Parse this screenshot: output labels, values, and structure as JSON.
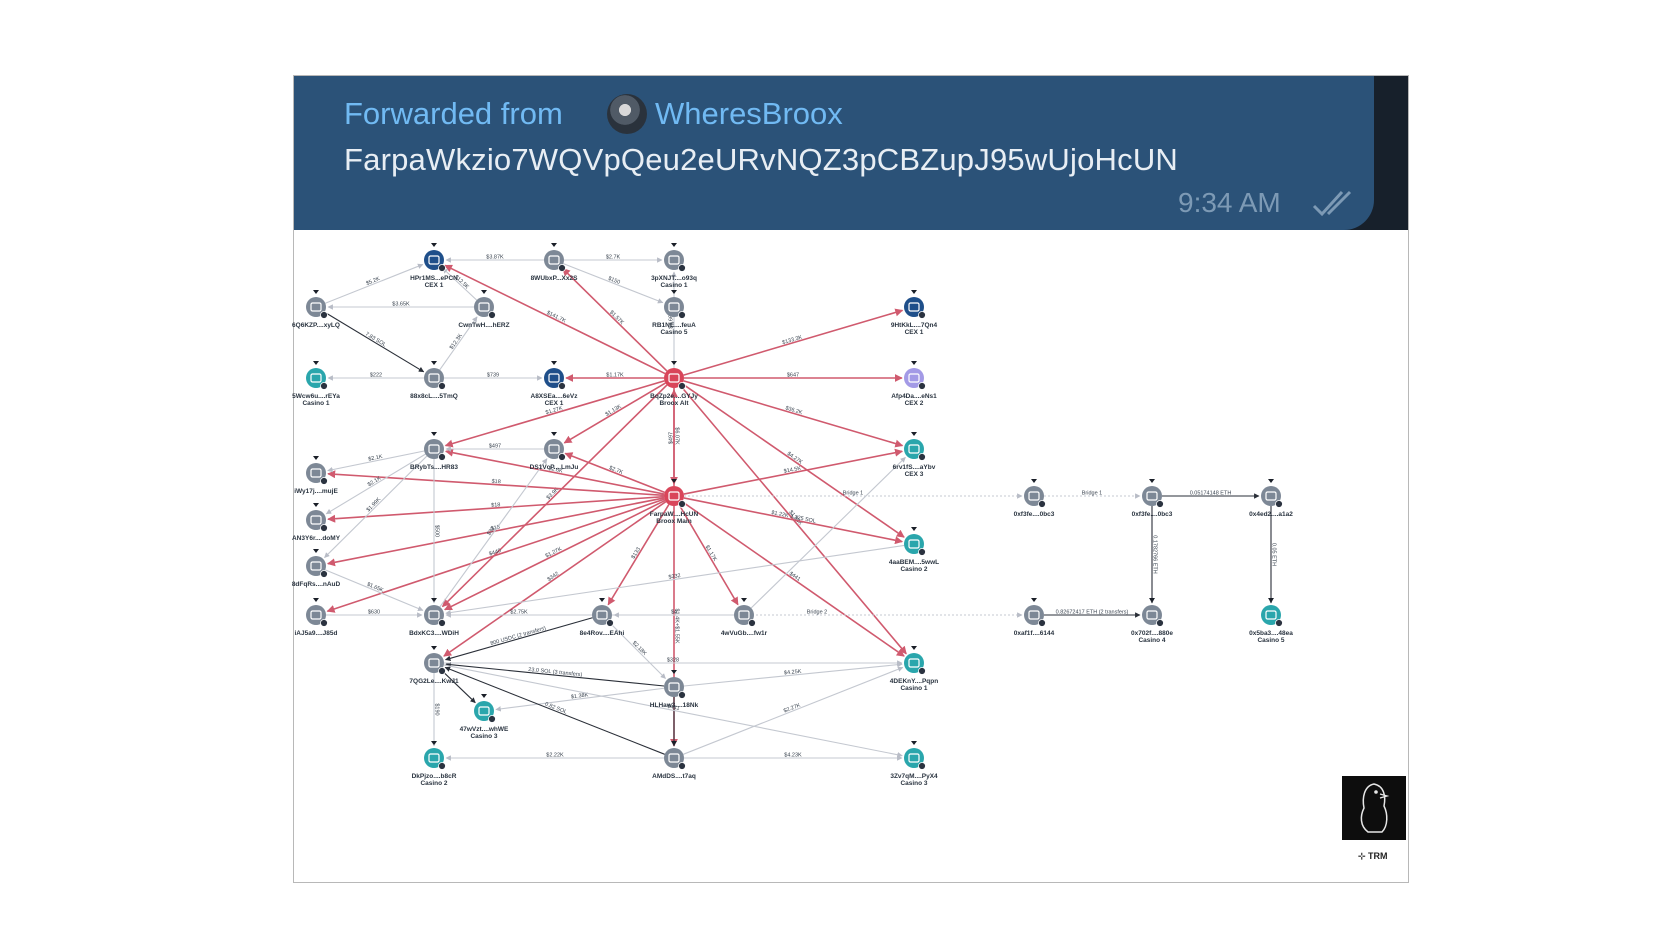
{
  "message": {
    "forwarded_prefix": "Forwarded from",
    "forwarded_user": "WheresBroox",
    "text": "FarpaWkzio7WQVpQeu2eURvNQZ3pCBZupJ95wUjoHcUN",
    "time": "9:34 AM",
    "status_icon": "double-check-icon"
  },
  "colors": {
    "bubble": "#2b5278",
    "chat_bg": "#17202b",
    "link": "#71baf3",
    "edge_red": "#d05a6e",
    "edge_grey": "#c4c8d0",
    "node_grey": "#7d8896",
    "node_teal": "#2aa6ac",
    "node_blue": "#1f4f8a",
    "node_red": "#d9455a",
    "node_purple": "#a39ae6"
  },
  "graph": {
    "nodes": [
      {
        "id": "hp1m",
        "label": "HPr1MS...ePCN",
        "sub": "CEX 1",
        "kind": "blue"
      },
      {
        "id": "8wub",
        "label": "8WUbxP...Xx2S",
        "sub": "",
        "kind": "grey"
      },
      {
        "id": "3pxn",
        "label": "3pXNJT....o93q",
        "sub": "Casino 1",
        "kind": "grey"
      },
      {
        "id": "6q6k",
        "label": "6Q6KZP....xyLQ",
        "sub": "",
        "kind": "grey"
      },
      {
        "id": "cwnt",
        "label": "CwnTwH....hERZ",
        "sub": "",
        "kind": "grey"
      },
      {
        "id": "rb1n",
        "label": "RB1NE....feuA",
        "sub": "Casino 5",
        "kind": "grey"
      },
      {
        "id": "9htk",
        "label": "9HtKkL....7Qn4",
        "sub": "CEX 1",
        "kind": "blue"
      },
      {
        "id": "5wcw",
        "label": "5Wcw6u....rEYa",
        "sub": "Casino 1",
        "kind": "teal"
      },
      {
        "id": "88x8",
        "label": "88x8cL....5TmQ",
        "sub": "",
        "kind": "grey"
      },
      {
        "id": "a8xs",
        "label": "A8XSEa....6eVz",
        "sub": "CEX 1",
        "kind": "blue"
      },
      {
        "id": "bqzp",
        "label": "BqZp2e....GYJy",
        "sub": "Broox Alt",
        "kind": "red"
      },
      {
        "id": "afp4",
        "label": "Afp4Da....eNs1",
        "sub": "CEX 2",
        "kind": "purple"
      },
      {
        "id": "brbt",
        "label": "BRybTs....HR83",
        "sub": "",
        "kind": "grey"
      },
      {
        "id": "ds1v",
        "label": "DS1VcP....LmJu",
        "sub": "",
        "kind": "grey"
      },
      {
        "id": "6rv1",
        "label": "6rv1fS....aYbv",
        "sub": "CEX 3",
        "kind": "teal"
      },
      {
        "id": "iwy1",
        "label": "iWy17j....mujE",
        "sub": "",
        "kind": "grey"
      },
      {
        "id": "farp",
        "label": "FarpaW....HcUN",
        "sub": "Broox Main",
        "kind": "red"
      },
      {
        "id": "an3y",
        "label": "AN3Y6r....doMY",
        "sub": "",
        "kind": "grey"
      },
      {
        "id": "4aab",
        "label": "4aaBEM....5wwL",
        "sub": "Casino 2",
        "kind": "teal"
      },
      {
        "id": "0xf3a",
        "label": "0xf3fe....0bc3",
        "sub": "",
        "kind": "grey"
      },
      {
        "id": "0xf3b",
        "label": "0xf3fe....0bc3",
        "sub": "",
        "kind": "grey"
      },
      {
        "id": "0x4e",
        "label": "0x4ed2....a1a2",
        "sub": "",
        "kind": "grey"
      },
      {
        "id": "8dfq",
        "label": "8dFqRs....nAuD",
        "sub": "",
        "kind": "grey"
      },
      {
        "id": "iaj5",
        "label": "iAJ5a9....J85d",
        "sub": "",
        "kind": "grey"
      },
      {
        "id": "bdxk",
        "label": "BdxKC3....WDiH",
        "sub": "",
        "kind": "grey"
      },
      {
        "id": "8e4r",
        "label": "8e4Rov....EAhi",
        "sub": "",
        "kind": "grey"
      },
      {
        "id": "4wvu",
        "label": "4wVuGb....fw1r",
        "sub": "",
        "kind": "grey"
      },
      {
        "id": "0xaf",
        "label": "0xaf1f....6144",
        "sub": "",
        "kind": "grey"
      },
      {
        "id": "0x70",
        "label": "0x702f....880e",
        "sub": "Casino 4",
        "kind": "grey"
      },
      {
        "id": "0x5b",
        "label": "0x5ba3....48ea",
        "sub": "Casino 5",
        "kind": "teal"
      },
      {
        "id": "7qg2",
        "label": "7QG2Le....KwJ1",
        "sub": "",
        "kind": "grey"
      },
      {
        "id": "4dek",
        "label": "4DEKnY....Pqpn",
        "sub": "Casino 1",
        "kind": "teal"
      },
      {
        "id": "hlha",
        "label": "HLHaw3....18Nk",
        "sub": "",
        "kind": "grey"
      },
      {
        "id": "47wv",
        "label": "47wVzt....whWE",
        "sub": "Casino 3",
        "kind": "teal"
      },
      {
        "id": "dkpj",
        "label": "DkPjzo....b8cR",
        "sub": "Casino 2",
        "kind": "teal"
      },
      {
        "id": "amds",
        "label": "AMdDS....t7aq",
        "sub": "",
        "kind": "grey"
      },
      {
        "id": "3zv7",
        "label": "3Zv7qM....PyX4",
        "sub": "Casino 3",
        "kind": "teal"
      }
    ],
    "edges": [
      {
        "from": "bqzp",
        "to": "hp1m",
        "label": "$141.7K",
        "kind": "red"
      },
      {
        "from": "bqzp",
        "to": "3pxn",
        "label": "$4.66K",
        "kind": "grey"
      },
      {
        "from": "bqzp",
        "to": "8wub",
        "label": "$1.57K",
        "kind": "red"
      },
      {
        "from": "bqzp",
        "to": "9htk",
        "label": "$133.3K",
        "kind": "red"
      },
      {
        "from": "bqzp",
        "to": "a8xs",
        "label": "$1.17K",
        "kind": "red"
      },
      {
        "from": "bqzp",
        "to": "afp4",
        "label": "$647",
        "kind": "red"
      },
      {
        "from": "bqzp",
        "to": "6rv1",
        "label": "$36.2K",
        "kind": "red"
      },
      {
        "from": "bqzp",
        "to": "brbt",
        "label": "$1.27K",
        "kind": "red"
      },
      {
        "from": "bqzp",
        "to": "ds1v",
        "label": "$1.13K",
        "kind": "red"
      },
      {
        "from": "bqzp",
        "to": "farp",
        "label": "$6.07K",
        "kind": "red"
      },
      {
        "from": "bqzp",
        "to": "4aab",
        "label": "$4.27K",
        "kind": "red"
      },
      {
        "from": "bqzp",
        "to": "4dek",
        "label": "$1.88K",
        "kind": "red"
      },
      {
        "from": "bqzp",
        "to": "bdxk",
        "label": "$3.9K",
        "kind": "red"
      },
      {
        "from": "farp",
        "to": "bqzp",
        "label": "$497",
        "kind": "red"
      },
      {
        "from": "farp",
        "to": "brbt",
        "label": "$2.6K",
        "kind": "red"
      },
      {
        "from": "farp",
        "to": "ds1v",
        "label": "$2.7K",
        "kind": "red"
      },
      {
        "from": "farp",
        "to": "iwy1",
        "label": "$18",
        "kind": "red"
      },
      {
        "from": "farp",
        "to": "an3y",
        "label": "$18",
        "kind": "red"
      },
      {
        "from": "farp",
        "to": "8dfq",
        "label": "$18",
        "kind": "red"
      },
      {
        "from": "farp",
        "to": "iaj5",
        "label": "$440",
        "kind": "red"
      },
      {
        "from": "farp",
        "to": "bdxk",
        "label": "$1.27K",
        "kind": "red"
      },
      {
        "from": "farp",
        "to": "8e4r",
        "label": "$133",
        "kind": "red"
      },
      {
        "from": "farp",
        "to": "4wvu",
        "label": "$1.17K",
        "kind": "red"
      },
      {
        "from": "farp",
        "to": "7qg2",
        "label": "$342",
        "kind": "red"
      },
      {
        "from": "farp",
        "to": "amds",
        "label": "$1.4K+$1.55K",
        "kind": "red"
      },
      {
        "from": "farp",
        "to": "6rv1",
        "label": "$14.5K",
        "kind": "red"
      },
      {
        "from": "farp",
        "to": "4aab",
        "label": "$1.22K 3.325 SOL",
        "kind": "red"
      },
      {
        "from": "farp",
        "to": "4dek",
        "label": "$441",
        "kind": "red"
      },
      {
        "from": "farp",
        "to": "0xf3a",
        "label": "Bridge 1",
        "kind": "grey"
      },
      {
        "from": "0xf3a",
        "to": "0xf3b",
        "label": "Bridge 1",
        "kind": "grey"
      },
      {
        "from": "0xf3b",
        "to": "0x4e",
        "label": "0.05174148 ETH",
        "kind": "dark"
      },
      {
        "from": "0xf3b",
        "to": "0x70",
        "label": "0.1782766 ETH",
        "kind": "dark"
      },
      {
        "from": "0x4e",
        "to": "0x5b",
        "label": "0.05 ETH",
        "kind": "dark"
      },
      {
        "from": "8e4r",
        "to": "0xaf",
        "label": "Bridge 2",
        "kind": "grey"
      },
      {
        "from": "0xaf",
        "to": "0x70",
        "label": "0.82672417 ETH (2 transfers)",
        "kind": "dark"
      },
      {
        "from": "8wub",
        "to": "hp1m",
        "label": "$3.87K",
        "kind": "grey"
      },
      {
        "from": "8wub",
        "to": "3pxn",
        "label": "$2.7K",
        "kind": "grey"
      },
      {
        "from": "8wub",
        "to": "rb1n",
        "label": "$150",
        "kind": "grey"
      },
      {
        "from": "6q6k",
        "to": "hp1m",
        "label": "$5.2K",
        "kind": "grey"
      },
      {
        "from": "cwnt",
        "to": "6q6k",
        "label": "$3.65K",
        "kind": "grey"
      },
      {
        "from": "cwnt",
        "to": "hp1m",
        "label": "$12.5K",
        "kind": "grey"
      },
      {
        "from": "88x8",
        "to": "cwnt",
        "label": "$12.3K",
        "kind": "grey"
      },
      {
        "from": "6q6k",
        "to": "88x8",
        "label": "7.83 SOL",
        "kind": "dark"
      },
      {
        "from": "88x8",
        "to": "5wcw",
        "label": "$222",
        "kind": "grey"
      },
      {
        "from": "88x8",
        "to": "a8xs",
        "label": "$739",
        "kind": "grey"
      },
      {
        "from": "ds1v",
        "to": "brbt",
        "label": "$497",
        "kind": "grey"
      },
      {
        "from": "brbt",
        "to": "iwy1",
        "label": "$2.1K",
        "kind": "grey"
      },
      {
        "from": "brbt",
        "to": "an3y",
        "label": "$2.1K",
        "kind": "grey"
      },
      {
        "from": "brbt",
        "to": "8dfq",
        "label": "$1.99K",
        "kind": "grey"
      },
      {
        "from": "brbt",
        "to": "bdxk",
        "label": "$500",
        "kind": "grey"
      },
      {
        "from": "iaj5",
        "to": "bdxk",
        "label": "$630",
        "kind": "grey"
      },
      {
        "from": "8dfq",
        "to": "bdxk",
        "label": "$1.65K",
        "kind": "grey"
      },
      {
        "from": "bdxk",
        "to": "ds1v",
        "label": "$33",
        "kind": "grey"
      },
      {
        "from": "8e4r",
        "to": "bdxk",
        "label": "$2.75K",
        "kind": "grey"
      },
      {
        "from": "4wvu",
        "to": "8e4r",
        "label": "$4",
        "kind": "grey"
      },
      {
        "from": "4wvu",
        "to": "6rv1",
        "label": "",
        "kind": "grey"
      },
      {
        "from": "8e4r",
        "to": "hlha",
        "label": "$2.18K",
        "kind": "grey"
      },
      {
        "from": "hlha",
        "to": "7qg2",
        "label": "23.0 SOL (3 transfers)",
        "kind": "dark"
      },
      {
        "from": "8e4r",
        "to": "7qg2",
        "label": "800 USDC (2 transfers)",
        "kind": "dark"
      },
      {
        "from": "hlha",
        "to": "amds",
        "label": "",
        "kind": "dark"
      },
      {
        "from": "hlha",
        "to": "4dek",
        "label": "$4.25K",
        "kind": "grey"
      },
      {
        "from": "hlha",
        "to": "47wv",
        "label": "$1.38K",
        "kind": "grey"
      },
      {
        "from": "amds",
        "to": "7qg2",
        "label": "0.82 SOL",
        "kind": "dark"
      },
      {
        "from": "amds",
        "to": "dkpj",
        "label": "$2.22K",
        "kind": "grey"
      },
      {
        "from": "amds",
        "to": "4dek",
        "label": "$2.27K",
        "kind": "grey"
      },
      {
        "from": "amds",
        "to": "3zv7",
        "label": "$4.23K",
        "kind": "grey"
      },
      {
        "from": "7qg2",
        "to": "dkpj",
        "label": "$190",
        "kind": "grey"
      },
      {
        "from": "7qg2",
        "to": "47wv",
        "label": "",
        "kind": "dark"
      },
      {
        "from": "7qg2",
        "to": "4dek",
        "label": "$328",
        "kind": "grey"
      },
      {
        "from": "7qg2",
        "to": "3zv7",
        "label": "$441",
        "kind": "grey"
      },
      {
        "from": "4aab",
        "to": "bdxk",
        "label": "$332",
        "kind": "grey"
      }
    ]
  },
  "logo": {
    "brand": "TRM"
  }
}
